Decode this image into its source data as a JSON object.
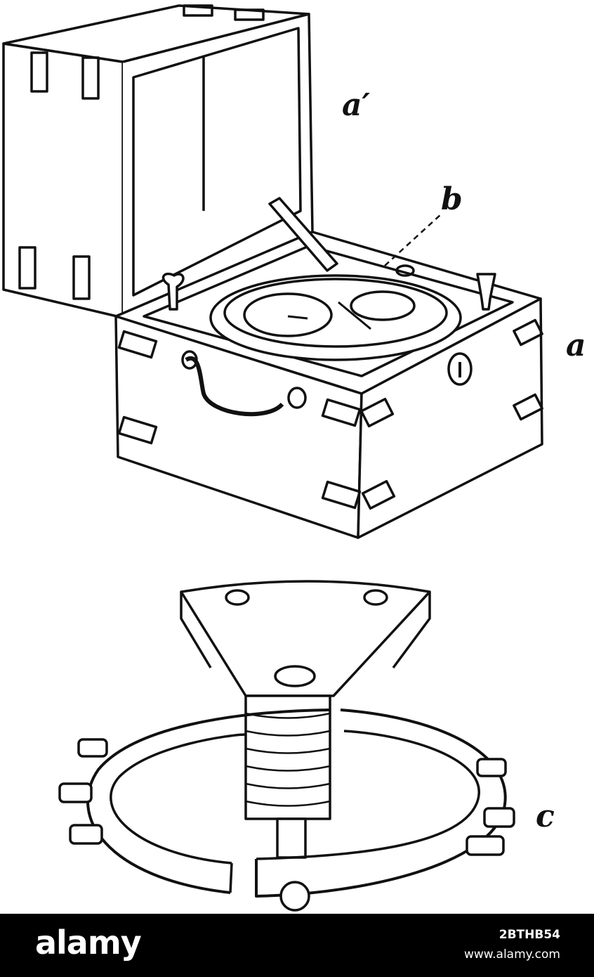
{
  "labels": {
    "a_prime": "a′",
    "b": "b",
    "a": "a",
    "c": "c"
  },
  "watermark": {
    "brand": "alamy",
    "image_id": "2BTHB54",
    "site": "www.alamy.com"
  },
  "colors": {
    "ink": "#111111",
    "paper": "#ffffff",
    "footer_bg": "#000000"
  }
}
